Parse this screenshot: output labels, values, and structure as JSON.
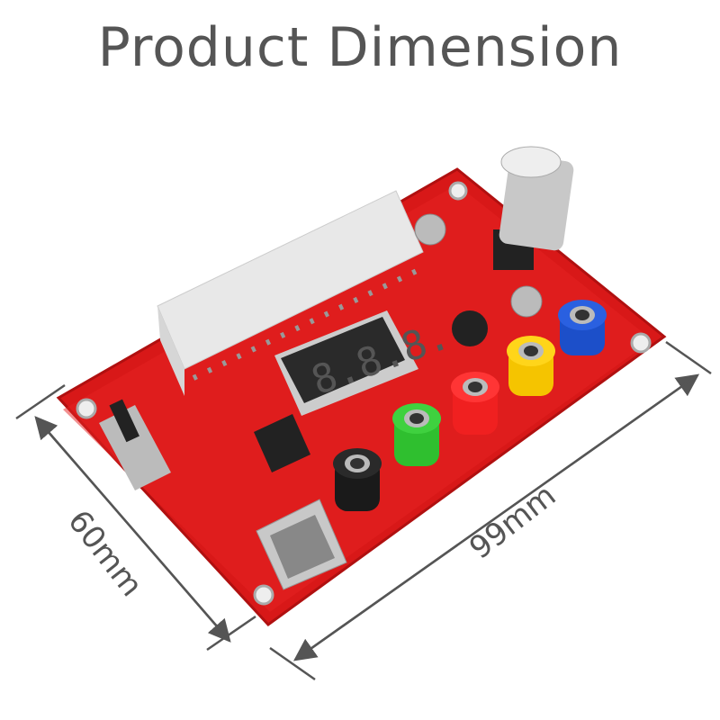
{
  "title": "Product Dimension",
  "dimensions": {
    "width_label": "60mm",
    "length_label": "99mm"
  },
  "colors": {
    "board": "#e01c1c",
    "dimension_lines": "#555555",
    "terminal_black": "#1a1a1a",
    "terminal_green": "#2fbf2f",
    "terminal_red": "#f02020",
    "terminal_yellow": "#f5c400",
    "terminal_blue": "#1c4fc9"
  }
}
